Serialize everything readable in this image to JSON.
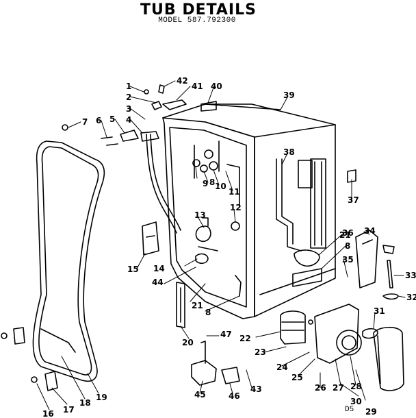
{
  "header": {
    "title": "TUB DETAILS",
    "model": "MODEL 587.792300"
  },
  "footer": {
    "code": "D5"
  },
  "callouts": [
    "1",
    "2",
    "3",
    "4",
    "5",
    "6",
    "7",
    "8",
    "8",
    "8",
    "9",
    "10",
    "11",
    "12",
    "13",
    "14",
    "15",
    "16",
    "17",
    "18",
    "19",
    "20",
    "21",
    "21",
    "22",
    "23",
    "24",
    "25",
    "26",
    "27",
    "28",
    "29",
    "30",
    "31",
    "32",
    "33",
    "34",
    "35",
    "36",
    "37",
    "38",
    "39",
    "40",
    "41",
    "42",
    "43",
    "44",
    "45",
    "46",
    "47"
  ]
}
